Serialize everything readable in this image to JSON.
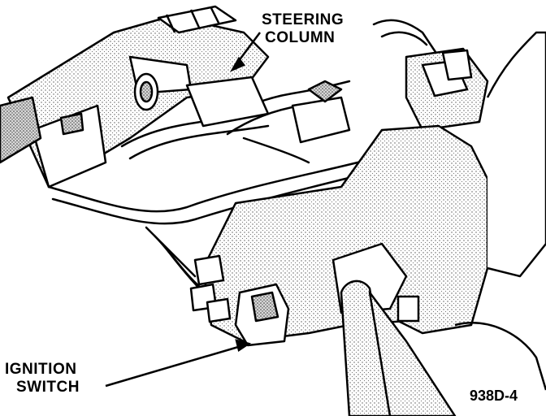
{
  "callouts": {
    "steering_column": {
      "line1": "STEERING",
      "line2": "COLUMN"
    },
    "ignition_switch": {
      "line1": "IGNITION",
      "line2": "SWITCH"
    }
  },
  "figure_id": "938D-4",
  "colors": {
    "ink": "#000000",
    "paper": "#ffffff",
    "stipple": "#8a8a8a"
  }
}
